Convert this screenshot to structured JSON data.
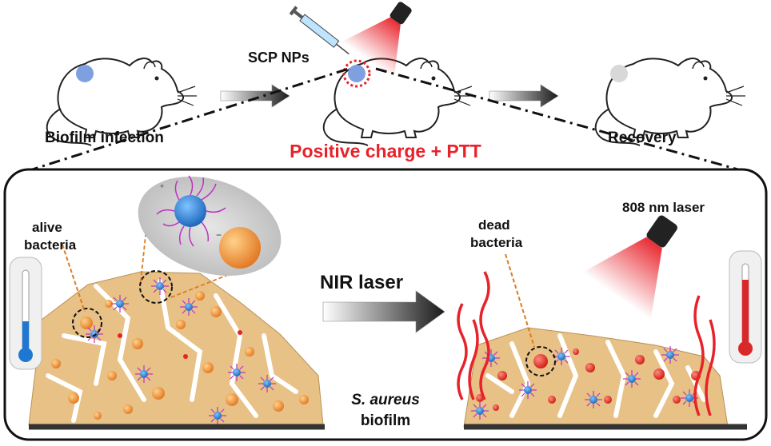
{
  "top": {
    "stage1_label": "Biofilm infection",
    "injection_label": "SCP NPs",
    "stage3_label": "Recovery",
    "headline": "Positive charge + PTT"
  },
  "panel": {
    "alive_label_line1": "alive",
    "alive_label_line2": "bacteria",
    "dead_label_line1": "dead",
    "dead_label_line2": "bacteria",
    "arrow_label": "NIR laser",
    "laser_label": "808 nm laser",
    "biofilm_label_line1": "S. aureus",
    "biofilm_label_line2": "biofilm",
    "charge_plus": "+",
    "charge_minus": "−"
  },
  "colors": {
    "headline": "#e8222a",
    "biofilm": "#e7c185",
    "bacteria_orange": "#f08a2a",
    "nanoparticle_blue": "#2a7fd8",
    "ligand_magenta": "#c030c0",
    "laser_red": "#e8222a",
    "infection_spot": "#7fa0e0",
    "recovery_spot": "#d8d8d8",
    "thermo_cold": "#1e78d2",
    "thermo_hot": "#d8282a"
  }
}
